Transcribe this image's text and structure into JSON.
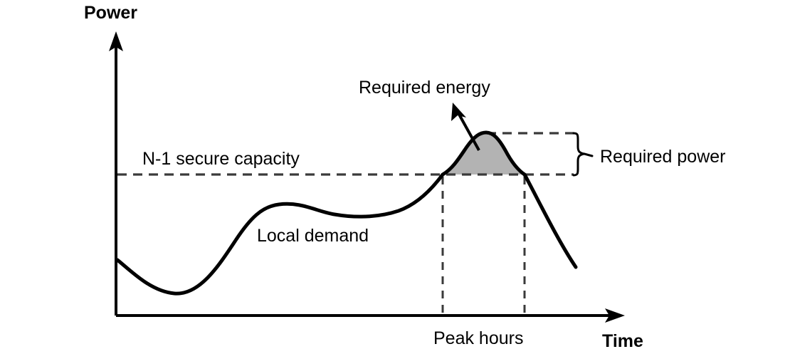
{
  "figure": {
    "title": "",
    "axes": {
      "y_label": "Power",
      "x_label": "Time",
      "y_axis_name": "power-axis",
      "x_axis_name": "time-axis"
    },
    "labels": {
      "n1_capacity": "N-1 secure capacity",
      "local_demand": "Local demand",
      "required_energy": "Required energy",
      "required_power": "Required power",
      "peak_hours": "Peak hours"
    },
    "colors": {
      "stroke": "#000000",
      "shaded_area": "#b3b3b3",
      "dashed": "#3a3a3a",
      "background": "#ffffff"
    },
    "geometry": {
      "y_axis_x": 163,
      "x_axis_y": 443,
      "capacity_line_y": 245,
      "peak_x": 683,
      "peak_y": 187,
      "peak_left_x": 622,
      "peak_right_x": 737
    }
  },
  "chart_data": {
    "type": "line",
    "title": "",
    "xlabel": "Time",
    "ylabel": "Power",
    "grid": false,
    "legend": "none",
    "annotations": [
      "N-1 secure capacity",
      "Local demand",
      "Required energy",
      "Required power",
      "Peak hours"
    ],
    "series": [
      {
        "name": "Local demand",
        "x": [
          0.0,
          0.06,
          0.13,
          0.2,
          0.28,
          0.35,
          0.42,
          0.5,
          0.58,
          0.65,
          0.7,
          0.74,
          0.78,
          0.82,
          0.86,
          0.91,
          0.95,
          1.0
        ],
        "y": [
          0.3,
          0.22,
          0.12,
          0.13,
          0.27,
          0.52,
          0.61,
          0.59,
          0.55,
          0.56,
          0.7,
          0.86,
          0.98,
          1.05,
          1.02,
          0.86,
          0.58,
          0.27
        ]
      }
    ],
    "reference_lines": [
      {
        "name": "N-1 secure capacity",
        "orientation": "horizontal",
        "value": 0.86,
        "style": "dashed"
      },
      {
        "name": "peak level",
        "orientation": "horizontal",
        "value": 1.05,
        "style": "dashed"
      },
      {
        "name": "peak hours start",
        "orientation": "vertical",
        "value": 0.74,
        "style": "dashed"
      },
      {
        "name": "peak hours end",
        "orientation": "vertical",
        "value": 0.9,
        "style": "dashed"
      }
    ],
    "shaded_region": {
      "name": "Required energy",
      "between": "curve and N-1 secure capacity",
      "x_range": [
        0.74,
        0.9
      ],
      "fill": "#b3b3b3"
    },
    "brace": {
      "name": "Required power",
      "from_value": 0.86,
      "to_value": 1.05
    }
  }
}
